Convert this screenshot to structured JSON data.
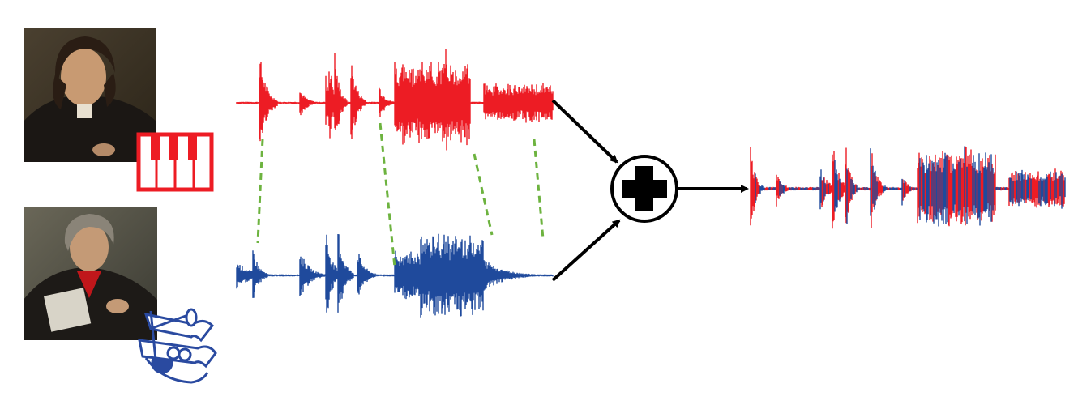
{
  "colors": {
    "piano_track": "#ed1c24",
    "orchestra_track": "#1f4a9c",
    "alignment_line": "#6db33f",
    "arrow": "#000000",
    "background": "#ffffff"
  },
  "sources": [
    {
      "portrait": "composer-portrait-top",
      "instrument_icon": "piano-icon",
      "track_color": "#ed1c24"
    },
    {
      "portrait": "composer-portrait-bottom",
      "instrument_icon": "orchestra-icon",
      "track_color": "#1f4a9c"
    }
  ],
  "operator": {
    "icon": "plus-icon"
  },
  "output": {
    "description_icon": "mixed-waveform",
    "colors": [
      "#ed1c24",
      "#1f4a9c"
    ]
  }
}
